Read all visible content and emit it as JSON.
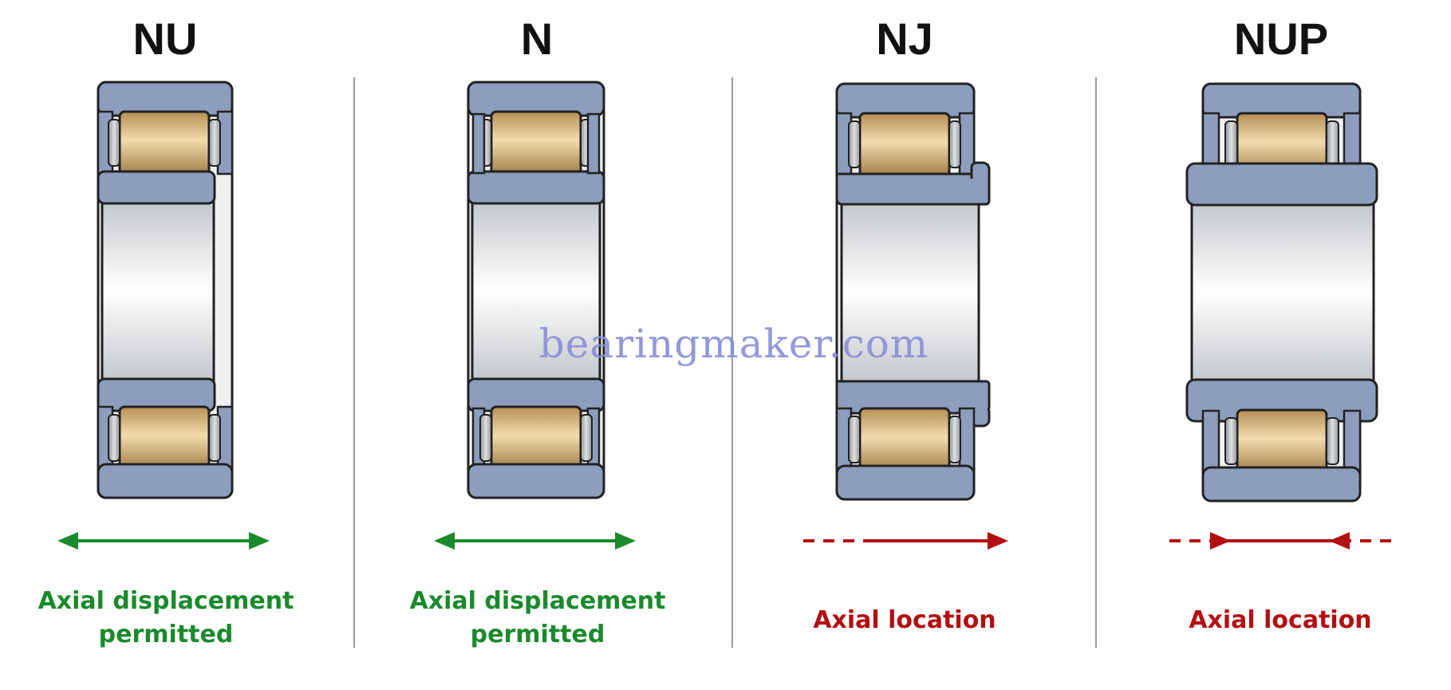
{
  "panels": [
    {
      "title": "NU",
      "caption": [
        "Axial displacement",
        "permitted"
      ],
      "caption_type": "free"
    },
    {
      "title": "N",
      "caption": [
        "Axial displacement",
        "permitted"
      ],
      "caption_type": "free"
    },
    {
      "title": "NJ",
      "caption": [
        "Axial location"
      ],
      "caption_type": "one-direction"
    },
    {
      "title": "NUP",
      "caption": [
        "Axial location"
      ],
      "caption_type": "two-direction"
    }
  ],
  "watermark": "bearingmaker.com",
  "colors": {
    "ring": "#8c9dbd",
    "roller": "#c9a46a",
    "cage": "#a7a9ad",
    "bore": "#d9dbde",
    "green": "#1a8a2c",
    "red": "#b30f12",
    "divider": "#9a9a9a"
  }
}
